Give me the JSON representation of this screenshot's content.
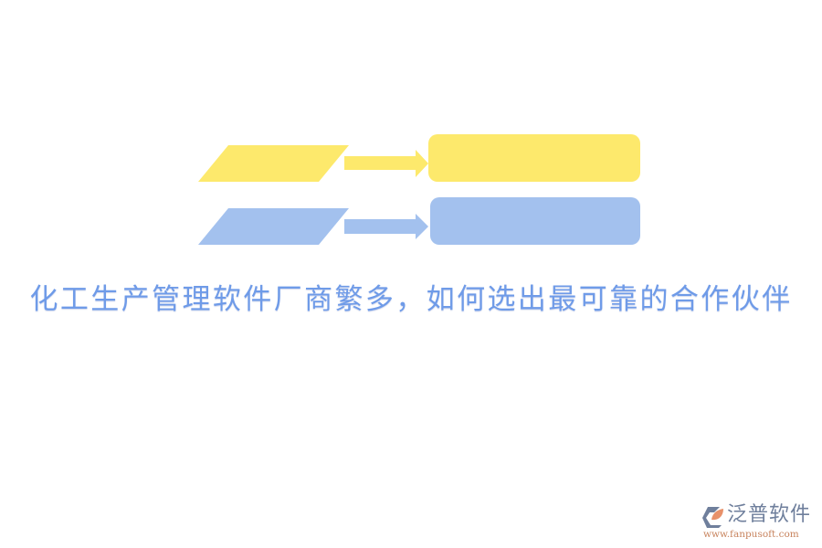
{
  "diagram": {
    "rows": [
      {
        "name": "row-yellow",
        "color": "#fde96c",
        "parallelogram_label": "",
        "box_label": ""
      },
      {
        "name": "row-blue",
        "color": "#a3c1ee",
        "parallelogram_label": "",
        "box_label": ""
      }
    ]
  },
  "headline": {
    "text": "化工生产管理软件厂商繁多，如何选出最可靠的合作伙伴",
    "color": "#6f9be8"
  },
  "logo": {
    "name": "泛普软件",
    "url": "www.fanpusoft.com",
    "colors": {
      "mark_primary": "#6f7f9c",
      "mark_accent": "#e8916a",
      "url": "#c8845e"
    }
  }
}
